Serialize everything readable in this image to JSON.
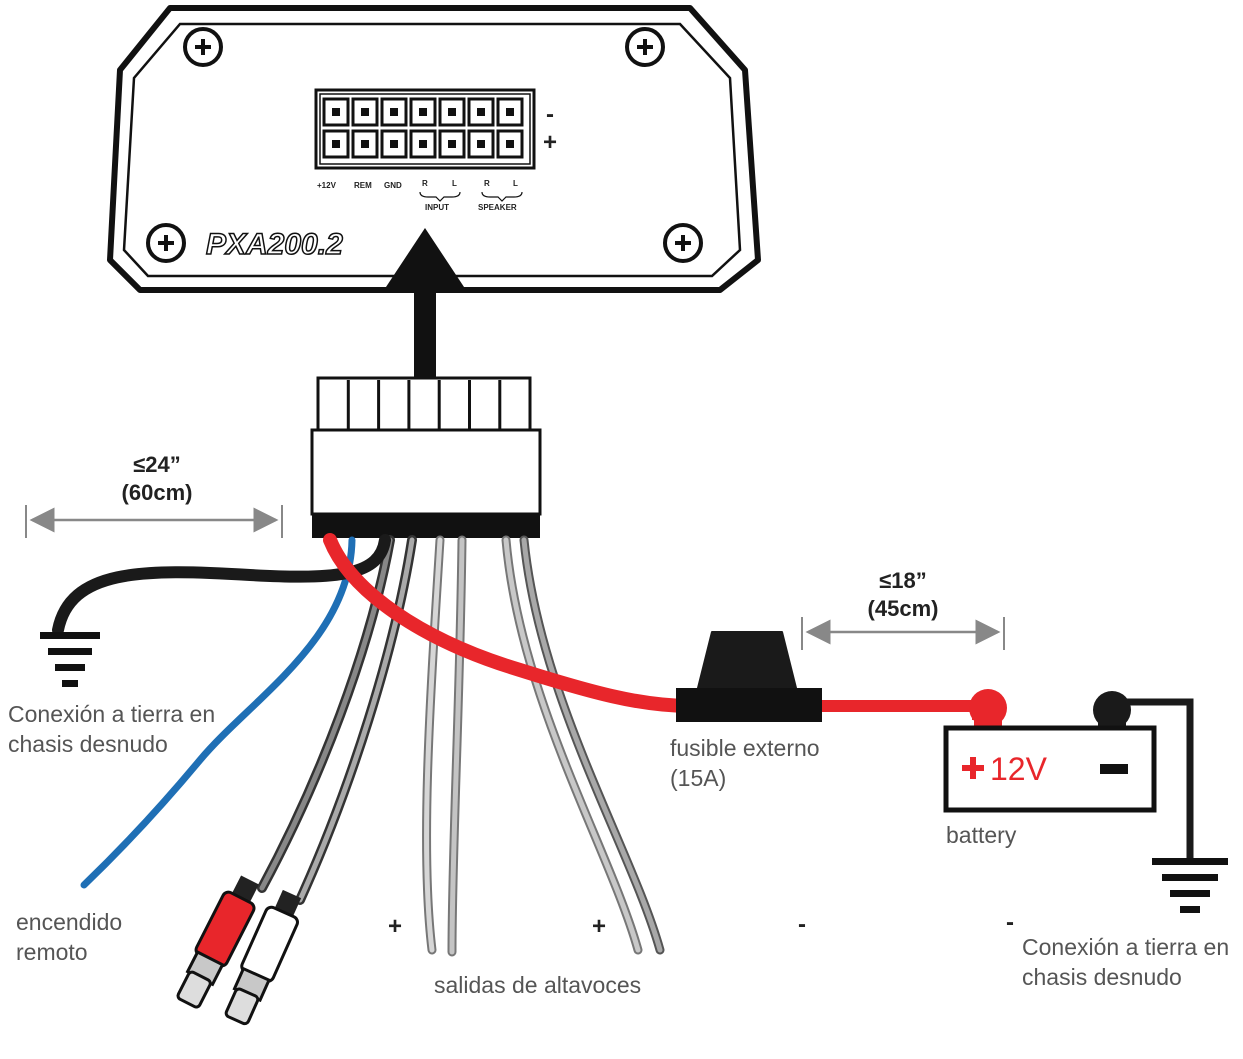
{
  "amplifier": {
    "model": "PXA200.2",
    "row_minus": "-",
    "row_plus": "+",
    "pins": {
      "v12": "+12V",
      "rem": "REM",
      "gnd": "GND",
      "input": "INPUT",
      "speaker": "SPEAKER",
      "r": "R",
      "l": "L"
    }
  },
  "dimensions": {
    "ground_max_in": "≤24”",
    "ground_max_cm": "(60cm)",
    "fuse_max_in": "≤18”",
    "fuse_max_cm": "(45cm)"
  },
  "labels": {
    "ground_left_line1": "Conexión a tierra en",
    "ground_left_line2": "chasis desnudo",
    "remote_line1": "encendido",
    "remote_line2": "remoto",
    "fuse_line1": "fusible externo",
    "fuse_line2": "(15A)",
    "battery": "battery",
    "battery_plus": "12V",
    "speakers": "salidas de altavoces",
    "ground_right_line1": "Conexión a tierra en",
    "ground_right_line2": "chasis desnudo"
  },
  "speaker_signs": [
    "+",
    "+",
    "-",
    "-"
  ],
  "colors": {
    "power": "#e8262b",
    "remote": "#1f6fb5",
    "ground": "#1a1a1a",
    "speaker": "#9a9a9a"
  }
}
